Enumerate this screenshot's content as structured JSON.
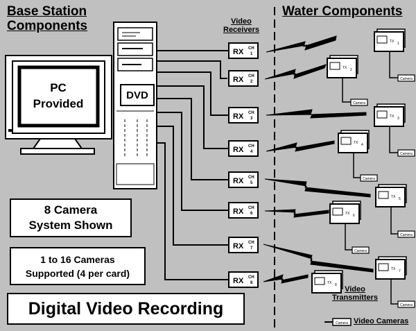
{
  "headers": {
    "base_station_line1": "Base Station",
    "base_station_line2": "Components",
    "water_components": "Water Components",
    "video_receivers_line1": "Video",
    "video_receivers_line2": "Receivers",
    "video_transmitters_line1": "Video",
    "video_transmitters_line2": "Transmitters"
  },
  "monitor": {
    "line1": "PC",
    "line2": "Provided"
  },
  "tower": {
    "drive_label": "DVD"
  },
  "receiver_label": "RX",
  "receivers": [
    {
      "ch": "CH",
      "num": "1"
    },
    {
      "ch": "CH",
      "num": "2"
    },
    {
      "ch": "CH",
      "num": "3"
    },
    {
      "ch": "CH",
      "num": "4"
    },
    {
      "ch": "CH",
      "num": "5"
    },
    {
      "ch": "CH",
      "num": "6"
    },
    {
      "ch": "CH",
      "num": "7"
    },
    {
      "ch": "CH",
      "num": "8"
    }
  ],
  "transmitters": [
    {
      "label": "TX",
      "ch": "1"
    },
    {
      "label": "TX",
      "ch": "2"
    },
    {
      "label": "TX",
      "ch": "3"
    },
    {
      "label": "TX",
      "ch": "4"
    },
    {
      "label": "TX",
      "ch": "5"
    },
    {
      "label": "TX",
      "ch": "6"
    },
    {
      "label": "TX",
      "ch": "7"
    },
    {
      "label": "TX",
      "ch": "8"
    }
  ],
  "camera_label": "Camera",
  "info_box1": {
    "line1": "8 Camera",
    "line2": "System Shown"
  },
  "info_box2": {
    "line1": "1 to 16 Cameras",
    "line2": "Supported (4 per card)"
  },
  "title": "Digital Video Recording",
  "legend": {
    "camera_tag": "Camera",
    "label": "Video Cameras"
  }
}
